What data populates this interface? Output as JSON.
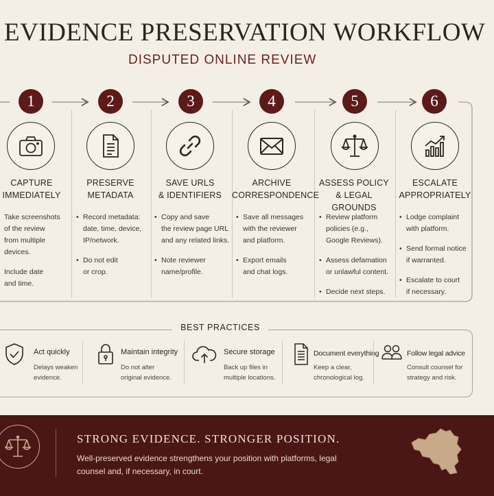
{
  "header": {
    "title": "EVIDENCE PRESERVATION WORKFLOW",
    "subtitle": "DISPUTED ONLINE REVIEW"
  },
  "steps": [
    {
      "number": "1",
      "icon": "camera-icon",
      "title": [
        "CAPTURE",
        "IMMEDIATELY"
      ],
      "bullets": [
        {
          "text": "Take screenshots",
          "bullet": true
        },
        {
          "text": "of the review",
          "bullet": false
        },
        {
          "text": "from multiple",
          "bullet": false
        },
        {
          "text": "devices.",
          "bullet": false
        },
        {
          "text": "Include date",
          "bullet": true
        },
        {
          "text": "and time.",
          "bullet": false
        }
      ]
    },
    {
      "number": "2",
      "icon": "document-icon",
      "title": [
        "PRESERVE",
        "METADATA"
      ],
      "bullets": [
        {
          "text": "Record metadata:",
          "bullet": true
        },
        {
          "text": "date, time, device,",
          "bullet": false
        },
        {
          "text": "IP/network.",
          "bullet": false
        },
        {
          "text": "Do not edit",
          "bullet": true
        },
        {
          "text": "or crop.",
          "bullet": false
        }
      ]
    },
    {
      "number": "3",
      "icon": "link-icon",
      "title": [
        "SAVE URLS",
        "& IDENTIFIERS"
      ],
      "bullets": [
        {
          "text": "Copy and save",
          "bullet": true
        },
        {
          "text": "the review page URL",
          "bullet": false
        },
        {
          "text": "and any related links.",
          "bullet": false
        },
        {
          "text": "Note reviewer",
          "bullet": true
        },
        {
          "text": "name/profile.",
          "bullet": false
        }
      ]
    },
    {
      "number": "4",
      "icon": "envelope-icon",
      "title": [
        "ARCHIVE",
        "CORRESPONDENCE"
      ],
      "bullets": [
        {
          "text": "Save all messages",
          "bullet": true
        },
        {
          "text": "with the reviewer",
          "bullet": false
        },
        {
          "text": "and platform.",
          "bullet": false
        },
        {
          "text": "Export emails",
          "bullet": true
        },
        {
          "text": "and chat logs.",
          "bullet": false
        }
      ]
    },
    {
      "number": "5",
      "icon": "scales-icon",
      "title": [
        "ASSESS POLICY",
        "& LEGAL GROUNDS"
      ],
      "bullets": [
        {
          "text": "Review platform",
          "bullet": true
        },
        {
          "text": "policies (e.g.,",
          "bullet": false
        },
        {
          "text": "Google Reviews).",
          "bullet": false
        },
        {
          "text": "Assess defamation",
          "bullet": true
        },
        {
          "text": "or unlawful content.",
          "bullet": false
        },
        {
          "text": "Decide next steps.",
          "bullet": true
        }
      ]
    },
    {
      "number": "6",
      "icon": "growth-chart-icon",
      "title": [
        "ESCALATE",
        "APPROPRIATELY"
      ],
      "bullets": [
        {
          "text": "Lodge complaint",
          "bullet": true
        },
        {
          "text": "with platform.",
          "bullet": false
        },
        {
          "text": "Send formal notice",
          "bullet": true
        },
        {
          "text": "if warranted.",
          "bullet": false
        },
        {
          "text": "Escalate to court",
          "bullet": true
        },
        {
          "text": "if necessary.",
          "bullet": false
        }
      ]
    }
  ],
  "best_practices": {
    "title": "BEST PRACTICES",
    "items": [
      {
        "icon": "shield-check-icon",
        "head": "Act quickly",
        "sub": [
          "Delays weaken",
          "evidence."
        ]
      },
      {
        "icon": "padlock-icon",
        "head": "Maintain integrity",
        "sub": [
          "Do not alter",
          "original evidence."
        ]
      },
      {
        "icon": "cloud-upload-icon",
        "head": "Secure storage",
        "sub": [
          "Back up files in",
          "multiple locations."
        ]
      },
      {
        "icon": "document-list-icon",
        "head": "Document everything",
        "sub": [
          "Keep a clear,",
          "chronological log."
        ]
      },
      {
        "icon": "people-icon",
        "head": "Follow legal advice",
        "sub": [
          "Consult counsel for",
          "strategy and risk."
        ]
      }
    ]
  },
  "footer": {
    "headline": "STRONG EVIDENCE. STRONGER POSITION.",
    "text": "Well-preserved evidence strengthens your position with platforms, legal counsel and, if necessary, in court.",
    "seal_icon": "scales-icon",
    "map_icon": "belgium-map-icon"
  },
  "colors": {
    "background": "#f3efe7",
    "accent": "#5c1a1a",
    "subtitle": "#6b1f1f",
    "footer": "#4a1616",
    "map": "#c8a989"
  }
}
